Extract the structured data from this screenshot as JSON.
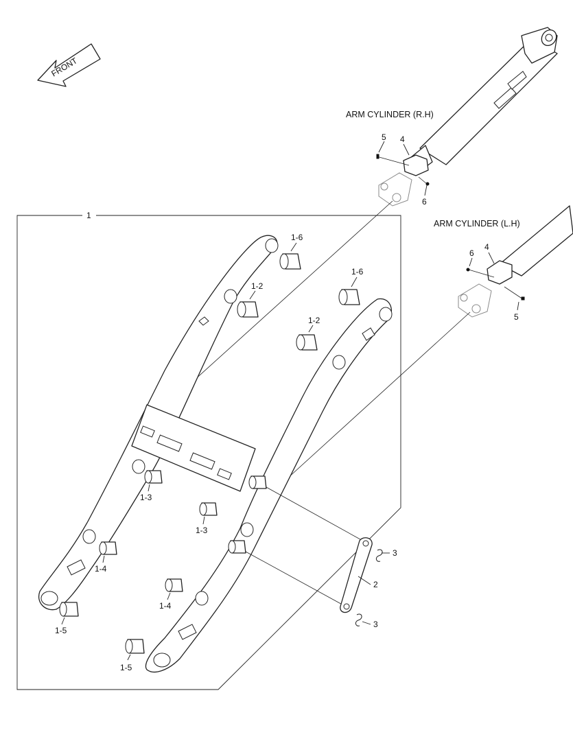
{
  "diagram": {
    "front_label": "FRONT",
    "cylinders": [
      {
        "name": "ARM CYLINDER (R.H)"
      },
      {
        "name": "ARM CYLINDER (L.H)"
      }
    ],
    "callouts": {
      "assembly": "1",
      "link": "2",
      "clip": "3",
      "cap": "4",
      "bolt": "5",
      "grease": "6",
      "bush_lower_bore": "1-5",
      "bush_mid_lower": "1-4",
      "bush_mid": "1-3",
      "bush_upper": "1-2",
      "bush_top": "1-6"
    }
  }
}
